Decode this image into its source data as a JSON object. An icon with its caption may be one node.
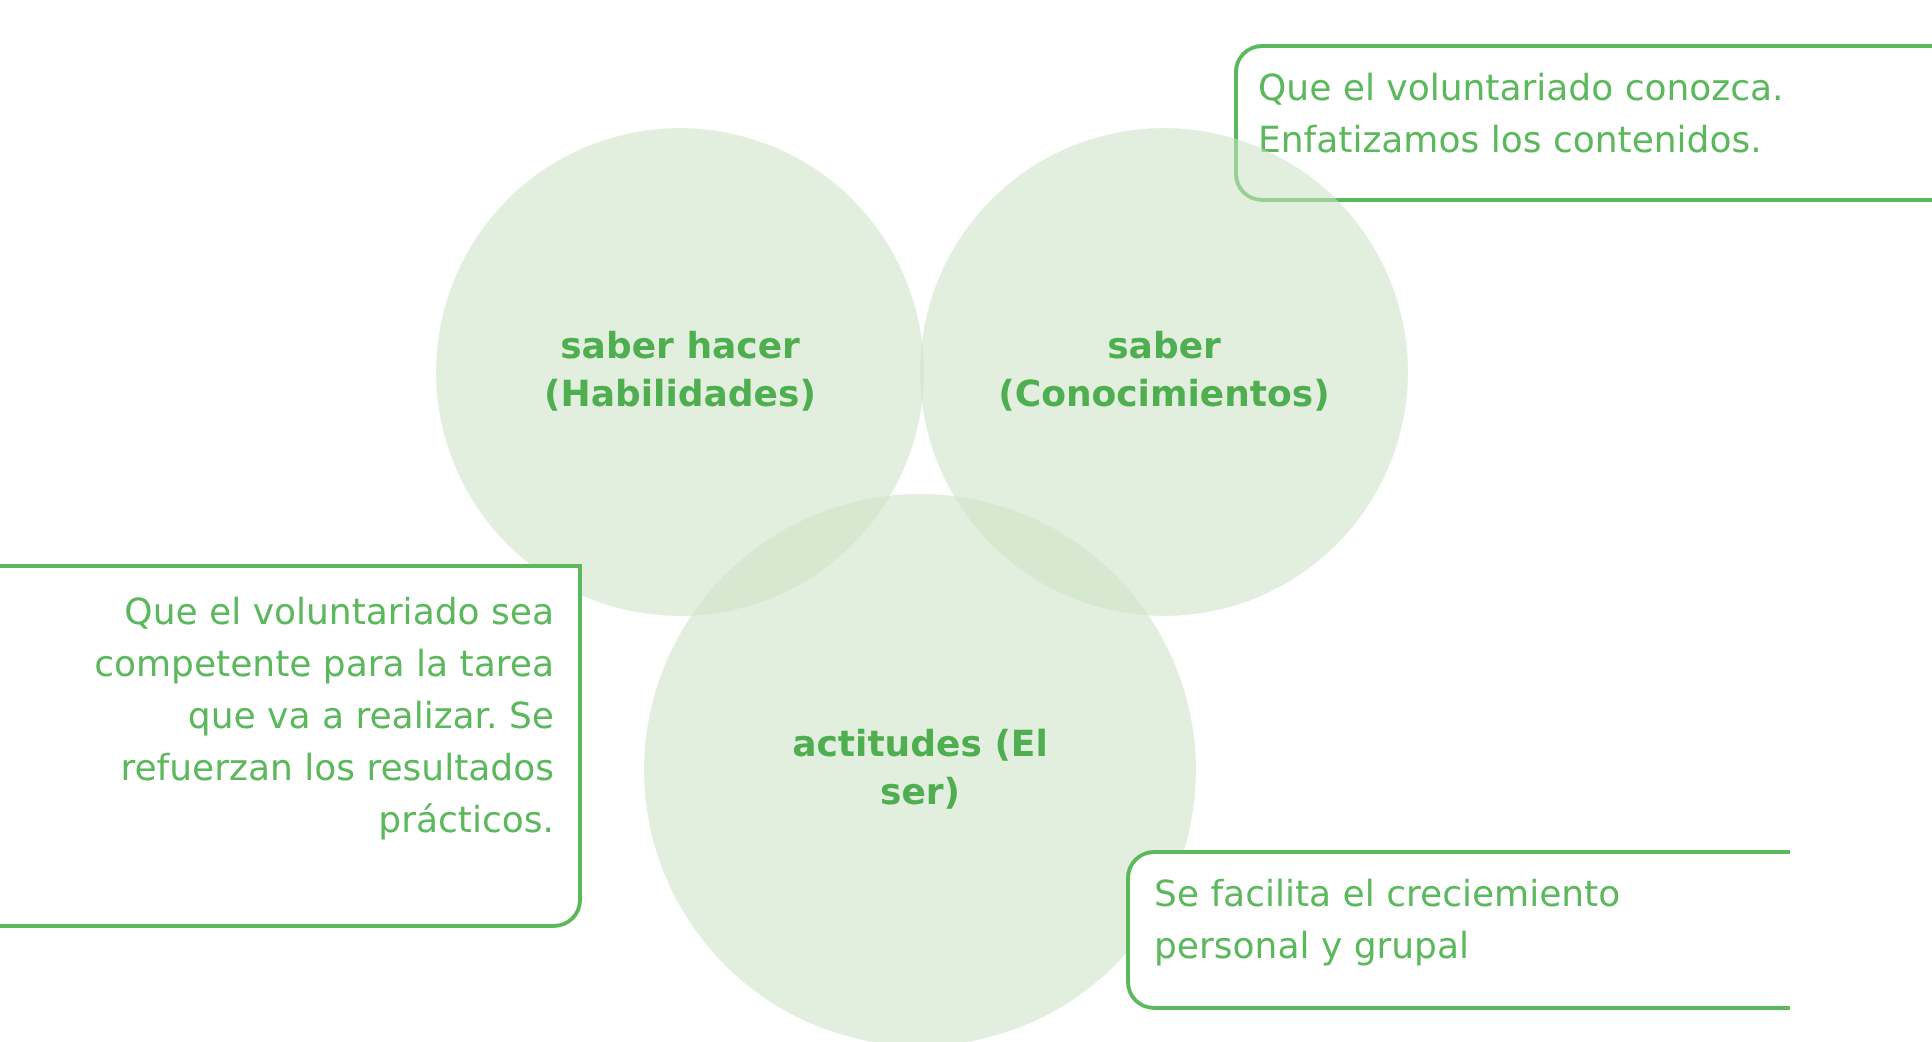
{
  "diagram": {
    "nodes": [
      {
        "text": [
          "Que el voluntariado conozca. Enfatizamos los contenidos."
        ]
      },
      {
        "text": [
          "saber hacer (Habilidades)"
        ]
      },
      {
        "text": [
          "saber (Conocimientos)"
        ]
      },
      {
        "text": [
          "Que el voluntariado sea competente para la tarea que va a realizar. Se refuerzan los resultados prácticos."
        ]
      },
      {
        "text": [
          "actitudes (El ser)"
        ]
      },
      {
        "text": [
          "Se facilita el creciemiento personal y grupal"
        ]
      }
    ]
  }
}
